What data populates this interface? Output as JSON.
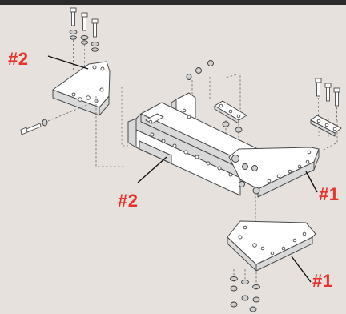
{
  "callouts": {
    "left_plate": "#2",
    "center_frame": "#2",
    "right_plate": "#1",
    "lower_plate": "#1"
  },
  "colors": {
    "background": "#e6e1dc",
    "callout": "#e8322d",
    "line_art": "#4a4a4a"
  }
}
